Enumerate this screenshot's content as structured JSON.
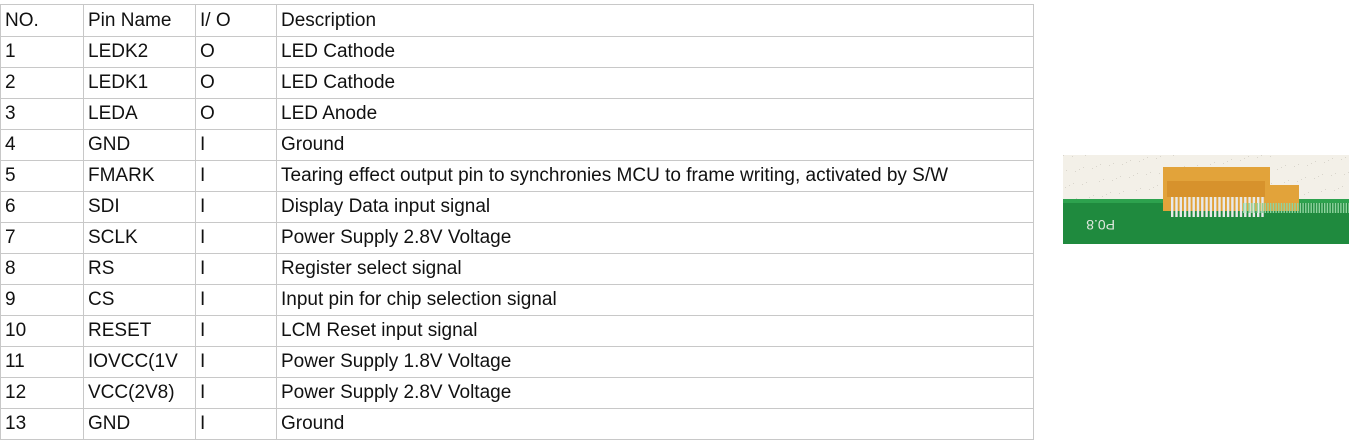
{
  "table": {
    "headers": [
      "NO.",
      "Pin Name",
      "I/ O",
      "Description"
    ],
    "rows": [
      [
        "1",
        "LEDK2",
        "O",
        "LED Cathode"
      ],
      [
        "2",
        "LEDK1",
        "O",
        "LED Cathode"
      ],
      [
        "3",
        "LEDA",
        "O",
        "LED Anode"
      ],
      [
        "4",
        "GND",
        "I",
        "Ground"
      ],
      [
        "5",
        "FMARK",
        "I",
        "Tearing effect output pin to synchronies MCU to frame writing, activated by S/W"
      ],
      [
        "6",
        "SDI",
        "I",
        "Display Data input signal"
      ],
      [
        "7",
        "SCLK",
        "I",
        "Power Supply 2.8V Voltage"
      ],
      [
        "8",
        "RS",
        "I",
        "Register select signal"
      ],
      [
        "9",
        "CS",
        "I",
        "Input pin for chip selection signal"
      ],
      [
        "10",
        "RESET",
        "I",
        "LCM Reset input signal"
      ],
      [
        "11",
        "IOVCC(1V",
        "I",
        "Power Supply 1.8V Voltage"
      ],
      [
        "12",
        "VCC(2V8)",
        "I",
        "Power Supply 2.8V Voltage"
      ],
      [
        "13",
        "GND",
        "I",
        "Ground"
      ]
    ]
  },
  "photo": {
    "board_label": "P0.8",
    "colors": {
      "board": "#1f8a3e",
      "flex": "#e2a33a",
      "pins": "#e9e9e9"
    }
  }
}
